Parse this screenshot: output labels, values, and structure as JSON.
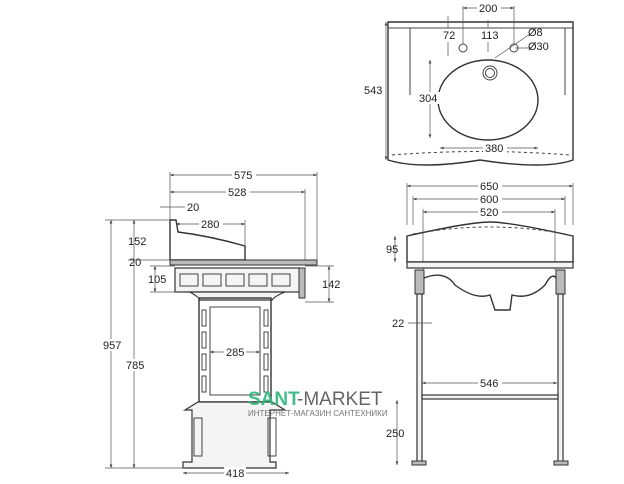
{
  "top_view": {
    "width_holes": "200",
    "hole1_offset": "72",
    "hole2_offset": "113",
    "small_hole": "Ø8",
    "large_hole": "Ø30",
    "depth": "543",
    "basin_depth": "304",
    "basin_width": "380"
  },
  "side_view": {
    "depth_total": "575",
    "depth_top": "528",
    "backsplash_thickness": "20",
    "basin_length": "280",
    "backsplash_height": "152",
    "top_thickness": "20",
    "apron_height": "105",
    "bracket_height": "142",
    "total_height": "957",
    "top_height": "785",
    "pedestal_width": "285",
    "foot_width": "418"
  },
  "front_view": {
    "width_total": "650",
    "width_top": "600",
    "width_inner": "520",
    "backsplash_height": "95",
    "leg_diameter": "22",
    "leg_spacing": "546",
    "crossbar_height": "250"
  },
  "watermark": {
    "brand_part1": "SANT",
    "brand_part2": "-MARKET",
    "tagline": "ИНТЕРНЕТ-МАГАЗИН САНТЕХНИКИ"
  }
}
